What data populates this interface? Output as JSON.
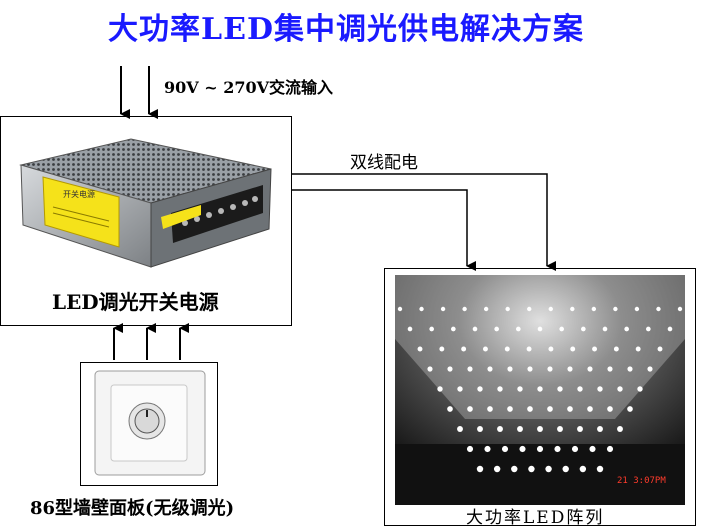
{
  "title": "大功率LED集中调光供电解决方案",
  "input": {
    "label": "90V ~ 270V交流输入"
  },
  "wiring": {
    "label": "双线配电"
  },
  "power_supply": {
    "label": "LED调光开关电源",
    "sticker_text": "开关电源"
  },
  "dimmer": {
    "label": "86型墙壁面板(无级调光)"
  },
  "led_array": {
    "label": "大功率LED阵列",
    "photo_timestamp": "21  3:07PM"
  },
  "colors": {
    "title": "#1a1aff",
    "arrow": "#000000",
    "psu_sticker": "#f5e21a",
    "timestamp": "#ff3b2b"
  }
}
